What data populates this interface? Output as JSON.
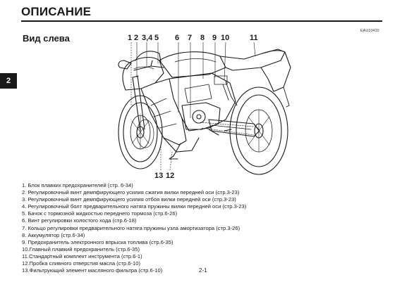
{
  "header": {
    "title": "ОПИСАНИЕ",
    "section": "Вид слева",
    "doc_code": "EAU10410",
    "chapter_tab": "2"
  },
  "callouts": {
    "c1": "1",
    "c2": "2",
    "c3_4": "3,4",
    "c5": "5",
    "c6": "6",
    "c7": "7",
    "c8": "8",
    "c9": "9",
    "c10": "10",
    "c11": "11",
    "c13": "13",
    "c12": "12"
  },
  "parts": [
    "1.  Блок плавких предохранителей (стр. 6-34)",
    "2.  Регулировочный винт демпфирующего усилия сжатия вилки передней оси (стр.3-23)",
    "3.  Регулировочный винт демпфирующего усилия отбоя вилки передней оси (стр.3-23)",
    "4.  Регулировочный болт предварительного натяга пружины вилки передней оси (стр.3-23)",
    "5.  Бачок с тормозной жидкостью переднего тормоза (стр.6-26)",
    "6.  Винт регулировки холостого хода (стр.6-18)",
    "7.  Кольцо регулировки предварительного натяга пружины узла амортизатора (стр.3-26)",
    "8.  Аккумулятор (стр.6-34)",
    "9.  Предохранитель электронного впрыска топлива (стр.6-35)",
    "10.Главный плавкий предохранитель (стр.6-35)",
    "11.Стандартный комплект инструмента (стр.6-1)",
    "12.Пробка сливного отверстия масла (стр.6-10)",
    "13.Фильтрующий элемент масляного фильтра (стр.6-10)"
  ],
  "footer": {
    "page_number": "2-1"
  }
}
